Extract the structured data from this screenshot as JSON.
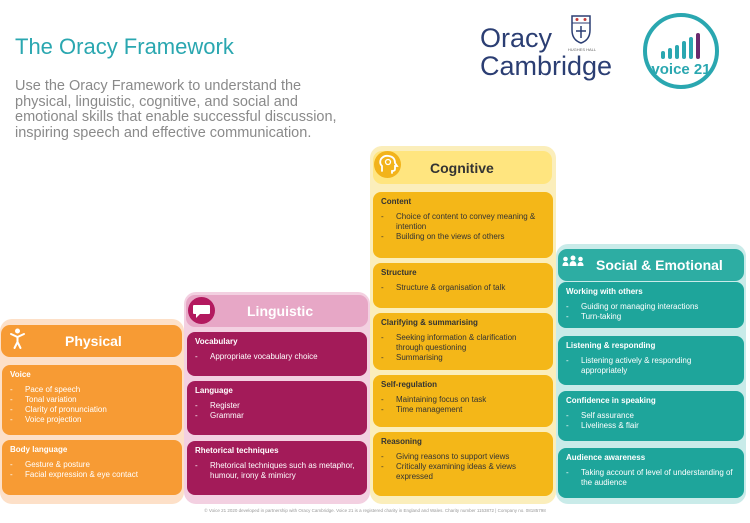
{
  "title": "The Oracy Framework",
  "intro": "Use the Oracy Framework to understand the physical, linguistic, cognitive, and social and emotional skills that enable successful discussion, inspiring speech and effective communication.",
  "logos": {
    "oracy_line1": "Oracy",
    "oracy_line2": "Cambridge",
    "crest_text": "HUGHES HALL",
    "voice21": "voice 21"
  },
  "colors": {
    "title": "#2aa7b0",
    "physical": "#f79b34",
    "linguistic": "#a31b59",
    "cognitive": "#f4b718",
    "social": "#1ea59b"
  },
  "physical": {
    "header": "Physical",
    "icon": "person-icon",
    "cards": [
      {
        "title": "Voice",
        "items": [
          "Pace of speech",
          "Tonal variation",
          "Clarity of pronunciation",
          "Voice projection"
        ]
      },
      {
        "title": "Body language",
        "items": [
          "Gesture & posture",
          "Facial expression & eye contact"
        ]
      }
    ]
  },
  "linguistic": {
    "header": "Linguistic",
    "icon": "speech-bubble-icon",
    "cards": [
      {
        "title": "Vocabulary",
        "items": [
          "Appropriate vocabulary choice"
        ]
      },
      {
        "title": "Language",
        "items": [
          "Register",
          "Grammar"
        ]
      },
      {
        "title": "Rhetorical techniques",
        "items": [
          "Rhetorical techniques such as metaphor, humour, irony & mimicry"
        ]
      }
    ]
  },
  "cognitive": {
    "header": "Cognitive",
    "icon": "brain-head-icon",
    "cards": [
      {
        "title": "Content",
        "items": [
          "Choice of content to convey meaning & intention",
          "Building on the views of others"
        ]
      },
      {
        "title": "Structure",
        "items": [
          "Structure & organisation of talk"
        ]
      },
      {
        "title": "Clarifying & summarising",
        "items": [
          "Seeking information & clarification through questioning",
          "Summarising"
        ]
      },
      {
        "title": "Self-regulation",
        "items": [
          "Maintaining focus on task",
          "Time management"
        ]
      },
      {
        "title": "Reasoning",
        "items": [
          "Giving reasons to support views",
          "Critically examining ideas & views expressed"
        ]
      }
    ]
  },
  "social": {
    "header": "Social & Emotional",
    "icon": "group-icon",
    "cards": [
      {
        "title": "Working with others",
        "items": [
          "Guiding or managing interactions",
          "Turn-taking"
        ]
      },
      {
        "title": "Listening & responding",
        "items": [
          "Listening actively & responding appropriately"
        ]
      },
      {
        "title": "Confidence in speaking",
        "items": [
          "Self assurance",
          "Liveliness & flair"
        ]
      },
      {
        "title": "Audience awareness",
        "items": [
          "Taking account of level of understanding of the audience"
        ]
      }
    ]
  },
  "footer": "© Voice 21 2020 developed in partnership with Oracy Cambridge. Voice 21 is a registered charity in England and Wales. Charity number 1153872 | Company no. 08185798"
}
